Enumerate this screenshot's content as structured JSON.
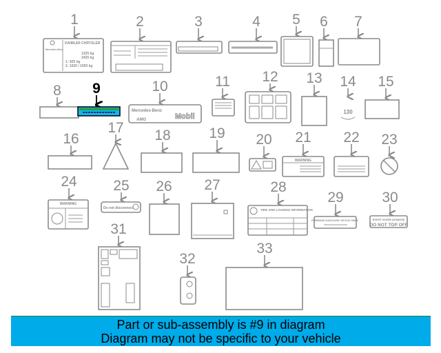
{
  "callouts": [
    "1",
    "2",
    "3",
    "4",
    "5",
    "6",
    "7",
    "8",
    "9",
    "10",
    "11",
    "12",
    "13",
    "14",
    "15",
    "16",
    "17",
    "18",
    "19",
    "20",
    "21",
    "22",
    "23",
    "24",
    "25",
    "26",
    "27",
    "28",
    "29",
    "30",
    "31",
    "32",
    "33"
  ],
  "highlighted_part": "9",
  "label_texts": {
    "daimler": "DAIMLER CHRYSLER",
    "mercedes": "Mercedes-Benz",
    "kg1": "1325 kg",
    "kg2": "2425 kg",
    "kg3": "1- 925 kg",
    "kg4": "2- 1020 / 1050 kg",
    "mb10": "Mercedes-Benz",
    "amg": "AMG",
    "mobil": "Mobil",
    "warning": "WARNING",
    "do_not_disconnect": "Do not disconnect",
    "tire": "TIRE AND LOADING INFORMATION",
    "premium": "PREMIUM GASOLINE OR E10 ONLY",
    "insert": "Insert nozzle properly",
    "top_off": "DO NOT TOP OFF",
    "num14": "130"
  },
  "colors": {
    "banner": "#00abe9",
    "highlight_green": "#1fa03a",
    "highlight_blue": "#19b3ea"
  },
  "banner": {
    "line1": "Part or sub-assembly is #9 in diagram",
    "line2": "Diagram may not be specific to your vehicle"
  }
}
